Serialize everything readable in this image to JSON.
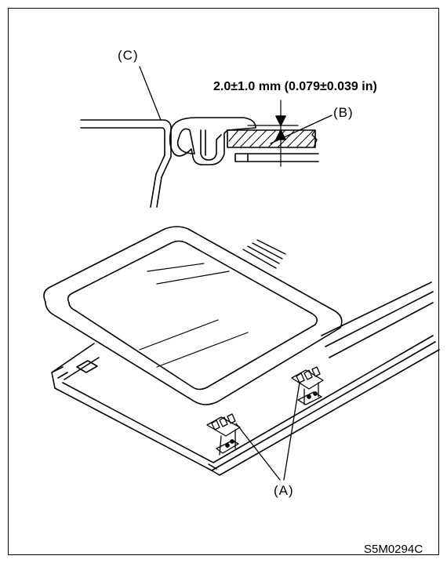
{
  "labels": {
    "c": "(C)",
    "b": "(B)",
    "a": "(A)",
    "dimension": "2.0±1.0 mm (0.079±0.039 in)"
  },
  "figure_code": "S5M0294C"
}
